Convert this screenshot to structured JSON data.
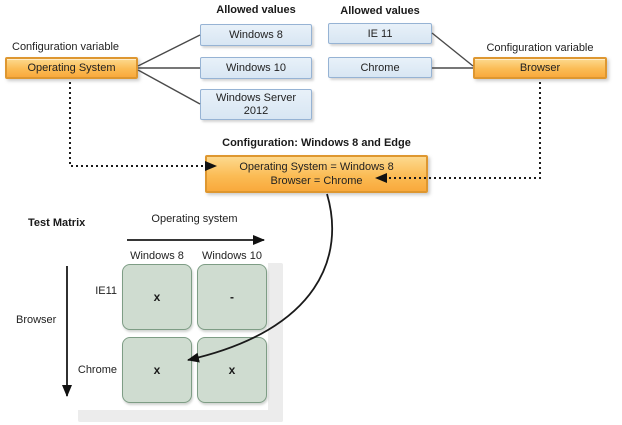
{
  "diagram": {
    "variables": {
      "os": {
        "label": "Configuration variable",
        "name": "Operating System"
      },
      "browser": {
        "label": "Configuration variable",
        "name": "Browser"
      }
    },
    "os_allowed": {
      "header": "Allowed values",
      "values": [
        "Windows 8",
        "Windows 10",
        "Windows Server 2012"
      ]
    },
    "browser_allowed": {
      "header": "Allowed values",
      "values": [
        "IE 11",
        "Chrome"
      ]
    },
    "configuration": {
      "header": "Configuration: Windows 8 and Edge",
      "line1": "Operating System = Windows 8",
      "line2": "Browser = Chrome"
    },
    "matrix": {
      "title": "Test Matrix",
      "x_axis_label": "Operating system",
      "y_axis_label": "Browser",
      "columns": [
        "Windows 8",
        "Windows 10"
      ],
      "rows": [
        "IE11",
        "Chrome"
      ],
      "cells": [
        [
          "x",
          "-"
        ],
        [
          "x",
          "x"
        ]
      ]
    },
    "colors": {
      "variable_fill_top": "#FDD98E",
      "variable_fill_bottom": "#F9A93C",
      "variable_border": "#DE9730",
      "value_fill": "#DFEAF5",
      "value_border": "#96B3D4",
      "cell_fill": "#CFDCD0",
      "cell_border": "#7E9D85",
      "connector": "#1A1A1A",
      "backdrop": "#ECECEC"
    }
  }
}
